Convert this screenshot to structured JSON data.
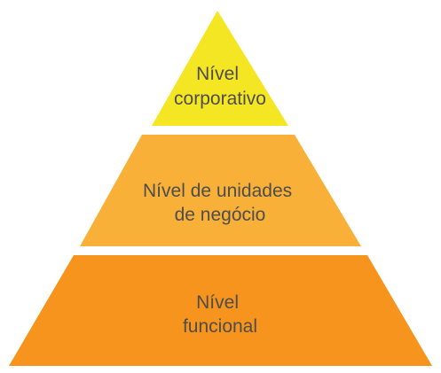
{
  "diagram": {
    "type": "pyramid",
    "tiers": [
      {
        "id": "top",
        "lines": [
          "Nível",
          "corporativo"
        ],
        "color": "#f5e623"
      },
      {
        "id": "middle",
        "lines": [
          "Nível de unidades",
          "de negócio"
        ],
        "color": "#f9b038"
      },
      {
        "id": "bottom",
        "lines": [
          "Nível",
          "funcional"
        ],
        "color": "#f7941d"
      }
    ],
    "label_color": "#4d4d4d"
  }
}
